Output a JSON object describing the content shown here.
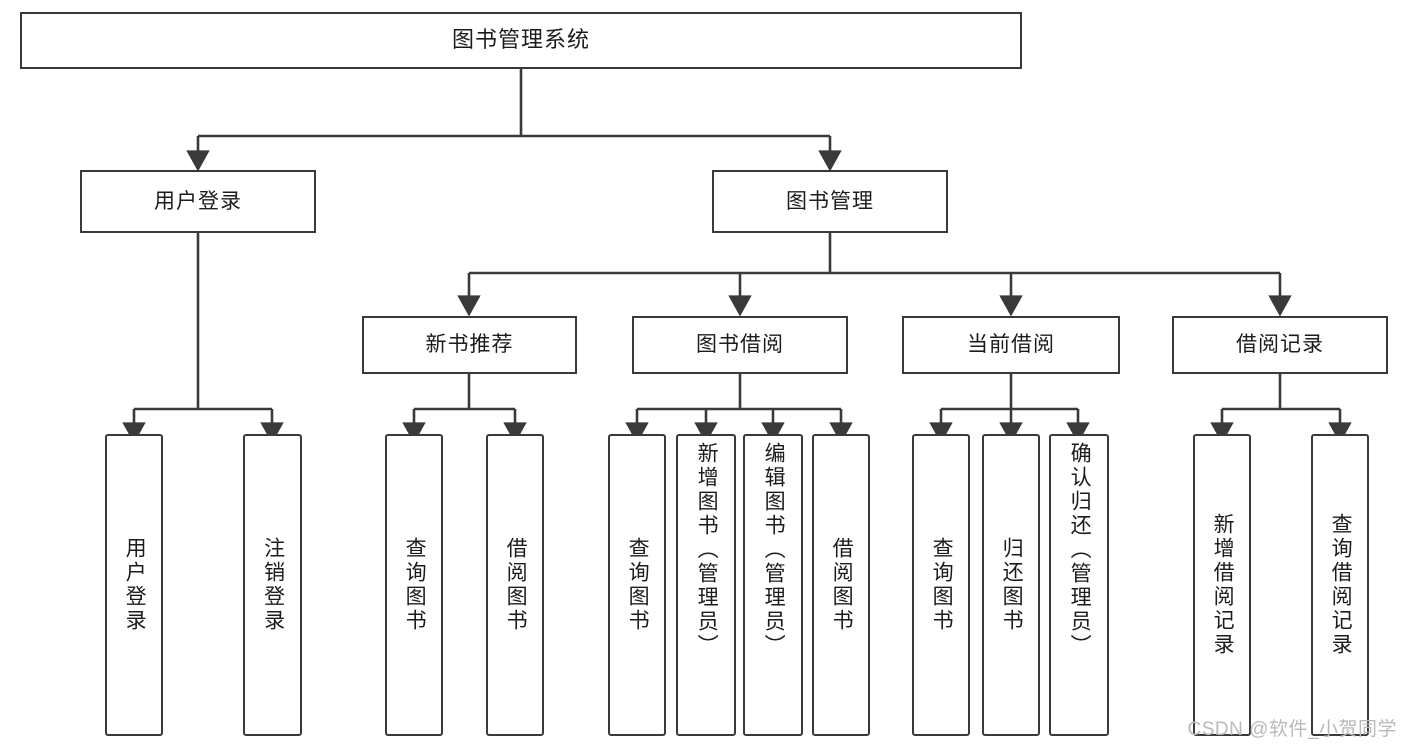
{
  "diagram": {
    "title": "图书管理系统",
    "watermark": "CSDN @软件_小贺同学",
    "colors": {
      "stroke": "#3a3a3a",
      "background": "#ffffff",
      "text": "#1c1c1c",
      "watermark": "#b9b9b9"
    },
    "levels": {
      "root": {
        "label": "图书管理系统"
      },
      "level2": [
        {
          "label": "用户登录"
        },
        {
          "label": "图书管理"
        }
      ],
      "level3": [
        {
          "label": "新书推荐"
        },
        {
          "label": "图书借阅"
        },
        {
          "label": "当前借阅"
        },
        {
          "label": "借阅记录"
        }
      ],
      "leaves": {
        "user_login": [
          {
            "label": "用户登录"
          },
          {
            "label": "注销登录"
          }
        ],
        "new_book_recommend": [
          {
            "label": "查询图书"
          },
          {
            "label": "借阅图书"
          }
        ],
        "book_borrow": [
          {
            "label": "查询图书"
          },
          {
            "label": "新增图书（管理员）"
          },
          {
            "label": "编辑图书（管理员）"
          },
          {
            "label": "借阅图书"
          }
        ],
        "current_borrow": [
          {
            "label": "查询图书"
          },
          {
            "label": "归还图书"
          },
          {
            "label": "确认归还（管理员）"
          }
        ],
        "borrow_record": [
          {
            "label": "新增借阅记录"
          },
          {
            "label": "查询借阅记录"
          }
        ]
      }
    }
  }
}
